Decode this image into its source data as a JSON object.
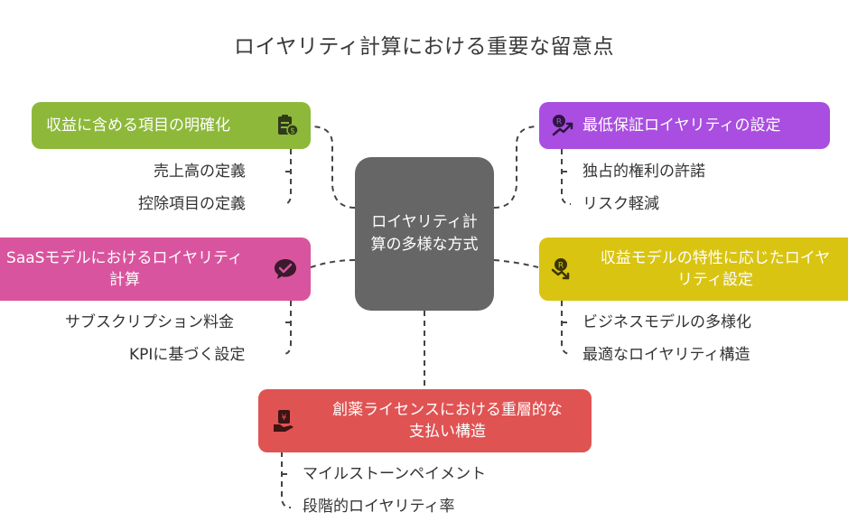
{
  "title": "ロイヤリティ計算における重要な留意点",
  "center": {
    "label": "ロイヤリティ計算の多様な方式"
  },
  "nodes": {
    "revenue_items": {
      "label": "収益に含める項目の明確化",
      "color": "#8db83a",
      "icon": "clipboard-dollar-icon",
      "subs": [
        "売上高の定義",
        "控除項目の定義"
      ]
    },
    "saas": {
      "label_line1": "SaaSモデルにおけるロイヤリティ",
      "label_line2": "計算",
      "color": "#d9549e",
      "icon": "check-bubble-icon",
      "subs": [
        "サブスクリプション料金",
        "KPIに基づく設定"
      ]
    },
    "minimum": {
      "label": "最低保証ロイヤリティの設定",
      "color": "#a94ee0",
      "icon": "rupee-trend-up-icon",
      "subs": [
        "独占的権利の許諾",
        "リスク軽減"
      ]
    },
    "revenue_model": {
      "label_line1": "収益モデルの特性に応じたロイヤ",
      "label_line2": "リティ設定",
      "color": "#d9c412",
      "icon": "rupee-trend-down-icon",
      "subs": [
        "ビジネスモデルの多様化",
        "最適なロイヤリティ構造"
      ]
    },
    "pharma": {
      "label_line1": "創薬ライセンスにおける重層的な",
      "label_line2": "支払い構造",
      "color": "#e05353",
      "icon": "yen-hand-icon",
      "subs": [
        "マイルストーンペイメント",
        "段階的ロイヤリティ率"
      ]
    }
  }
}
